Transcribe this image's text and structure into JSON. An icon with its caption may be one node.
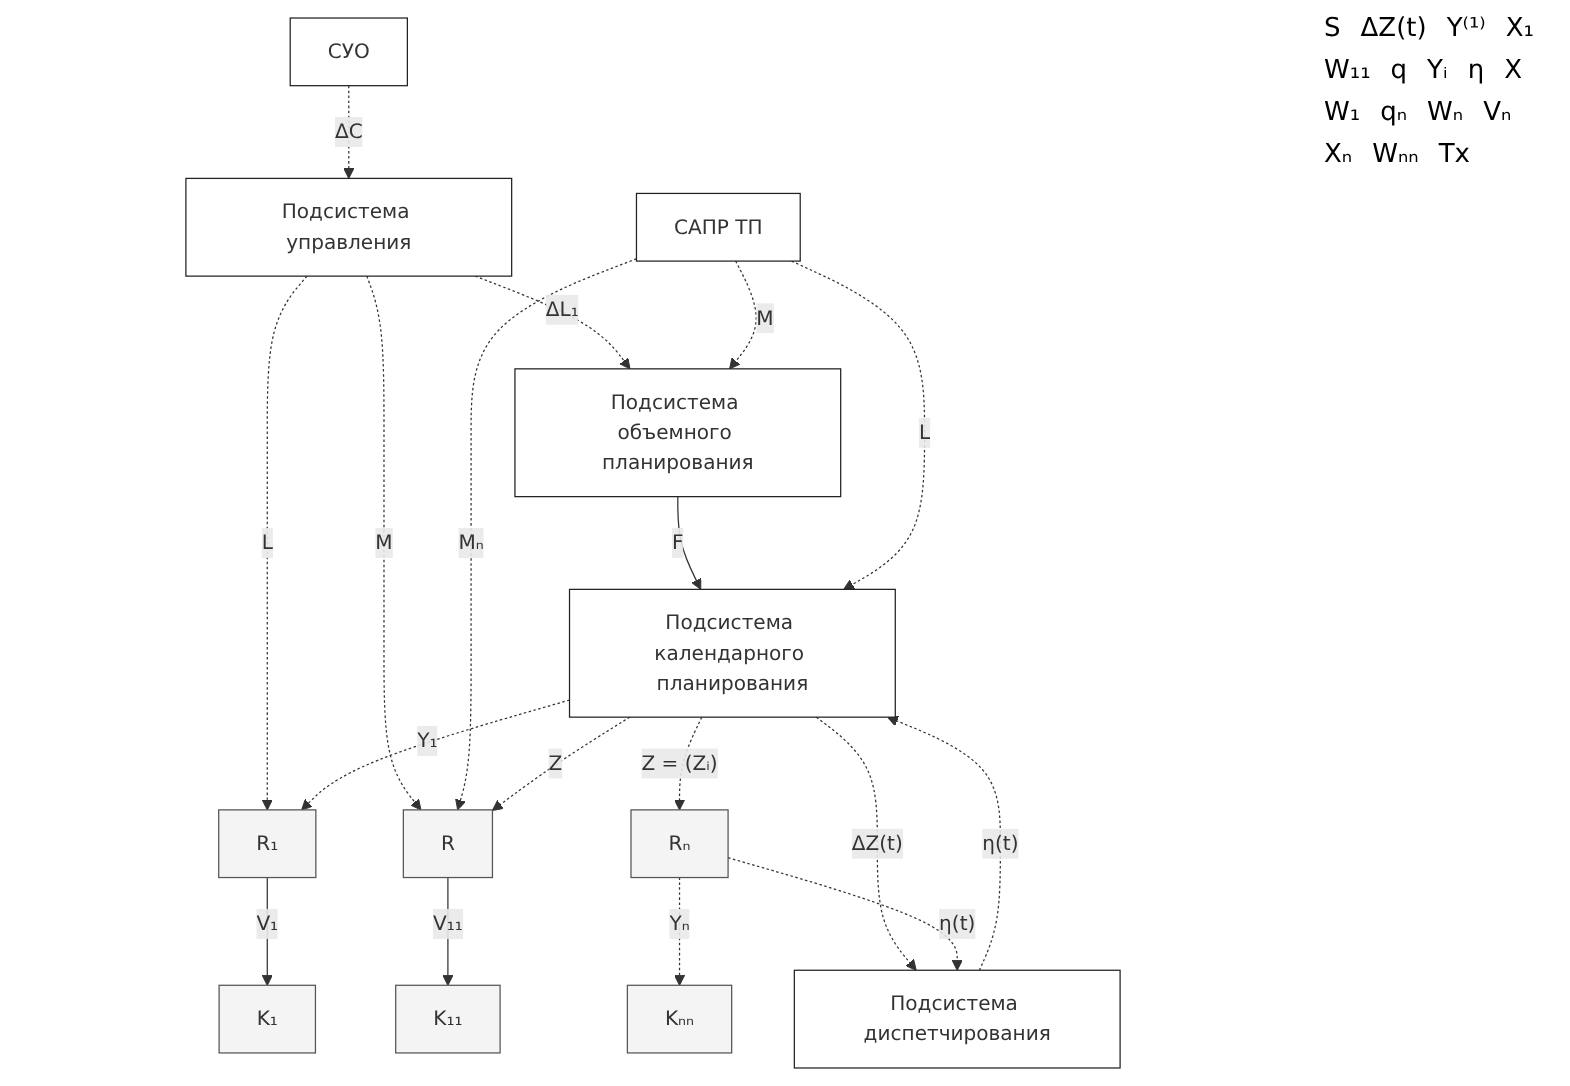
{
  "diagram": {
    "nodes": [
      {
        "text": [
          "СУО"
        ]
      },
      {
        "text": [
          "Подсистема управления"
        ]
      },
      {
        "text": [
          "Подсистема объемного планирования"
        ]
      },
      {
        "text": [
          "САПР ТП"
        ]
      },
      {
        "text": [
          "Подсистема календарного планирования"
        ]
      },
      {
        "text": [
          "Подсистема диспетчирования"
        ]
      },
      {
        "text": [
          "R"
        ]
      },
      {
        "text": [
          "R₁"
        ]
      },
      {
        "text": [
          "Rₙ"
        ]
      },
      {
        "text": [
          "K₁₁"
        ]
      },
      {
        "text": [
          "K₁"
        ]
      },
      {
        "text": [
          "Kₙₙ"
        ]
      }
    ],
    "edges": [
      {
        "from": 0,
        "to": 1,
        "label": "ΔC",
        "arrow": "to",
        "style": "dashed"
      },
      {
        "from": 1,
        "to": 2,
        "label": "ΔL₁",
        "arrow": "to",
        "style": "dashed"
      },
      {
        "from": 3,
        "to": 2,
        "label": "M",
        "arrow": "to",
        "style": "dashed"
      },
      {
        "from": 2,
        "to": 4,
        "label": "F",
        "arrow": "to"
      },
      {
        "from": 3,
        "to": 4,
        "label": "L",
        "arrow": "to",
        "style": "dashed"
      },
      {
        "from": 1,
        "to": 6,
        "label": "M",
        "arrow": "to",
        "style": "dashed"
      },
      {
        "from": 3,
        "to": 6,
        "label": "Mₙ",
        "arrow": "to",
        "style": "dashed"
      },
      {
        "from": 1,
        "to": 7,
        "label": "L",
        "arrow": "to",
        "style": "dashed"
      },
      {
        "from": 4,
        "to": 5,
        "label": "ΔZ(t)",
        "arrow": "to",
        "style": "dashed"
      },
      {
        "from": 4,
        "to": 6,
        "label": "Z",
        "arrow": "to",
        "style": "dashed"
      },
      {
        "from": 4,
        "to": 7,
        "label": "Y₁",
        "arrow": "to",
        "style": "dashed"
      },
      {
        "from": 4,
        "to": 8,
        "label": "Z = (Zᵢ)",
        "arrow": "to",
        "style": "dashed"
      },
      {
        "from": 5,
        "to": 4,
        "label": "η(t)",
        "arrow": "to",
        "style": "dashed"
      },
      {
        "from": 8,
        "to": 5,
        "label": "η(t)",
        "arrow": "to",
        "style": "dashed"
      },
      {
        "from": 6,
        "to": 9,
        "label": "V₁₁",
        "arrow": "to"
      },
      {
        "from": 7,
        "to": 10,
        "label": "V₁",
        "arrow": "to"
      },
      {
        "from": 8,
        "to": 11,
        "label": "Yₙ",
        "arrow": "to",
        "style": "dashed"
      }
    ],
    "labels": [
      "S",
      "ΔZ(t)",
      "Y⁽¹⁾",
      "X₁",
      "W₁₁",
      "q",
      "Yᵢ",
      "η",
      "X",
      "W₁",
      "qₙ",
      "Wₙ",
      "Vₙ",
      "Xₙ",
      "Wₙₙ",
      "Tx"
    ]
  }
}
